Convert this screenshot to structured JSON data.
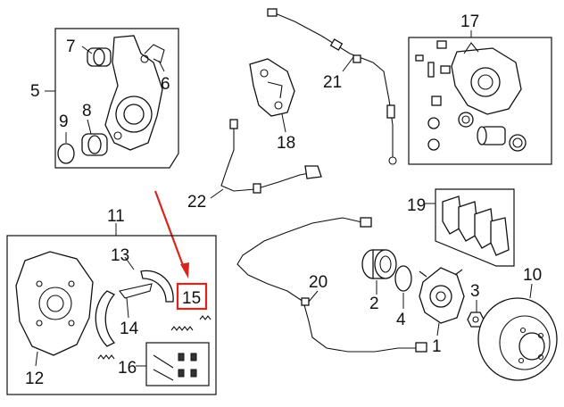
{
  "callouts": {
    "c1": "1",
    "c2": "2",
    "c3": "3",
    "c4": "4",
    "c5": "5",
    "c6": "6",
    "c7": "7",
    "c8": "8",
    "c9": "9",
    "c10": "10",
    "c11": "11",
    "c12": "12",
    "c13": "13",
    "c14": "14",
    "c15": "15",
    "c16": "16",
    "c17": "17",
    "c18": "18",
    "c19": "19",
    "c20": "20",
    "c21": "21",
    "c22": "22"
  },
  "highlight": {
    "callout": "15",
    "color": "#d9261c"
  },
  "colors": {
    "line": "#111111",
    "accent": "#d9261c",
    "background": "#ffffff"
  }
}
